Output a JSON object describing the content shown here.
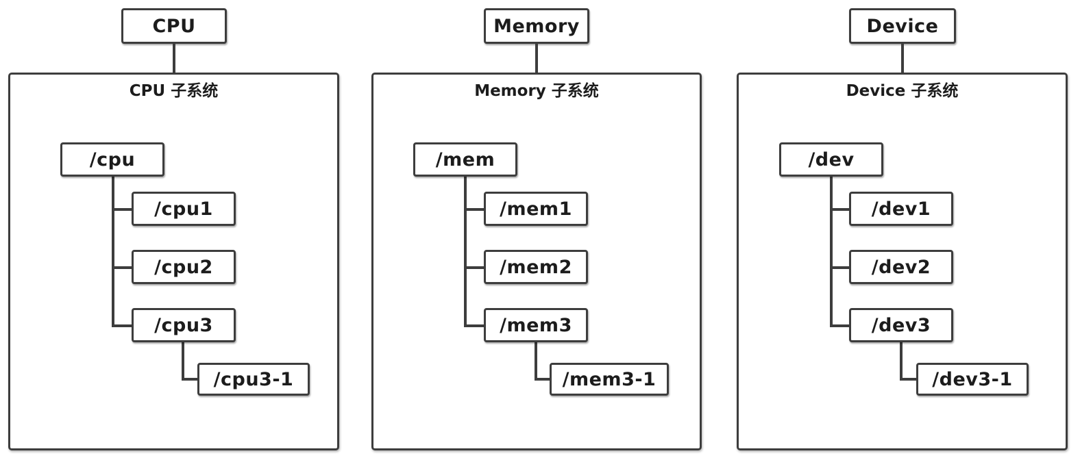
{
  "subsystems": [
    {
      "header": "CPU",
      "title": "CPU 子系统",
      "root": "/cpu",
      "children": [
        "/cpu1",
        "/cpu2",
        "/cpu3"
      ],
      "grandchild": "/cpu3-1"
    },
    {
      "header": "Memory",
      "title": "Memory 子系统",
      "root": "/mem",
      "children": [
        "/mem1",
        "/mem2",
        "/mem3"
      ],
      "grandchild": "/mem3-1"
    },
    {
      "header": "Device",
      "title": "Device 子系统",
      "root": "/dev",
      "children": [
        "/dev1",
        "/dev2",
        "/dev3"
      ],
      "grandchild": "/dev3-1"
    }
  ]
}
